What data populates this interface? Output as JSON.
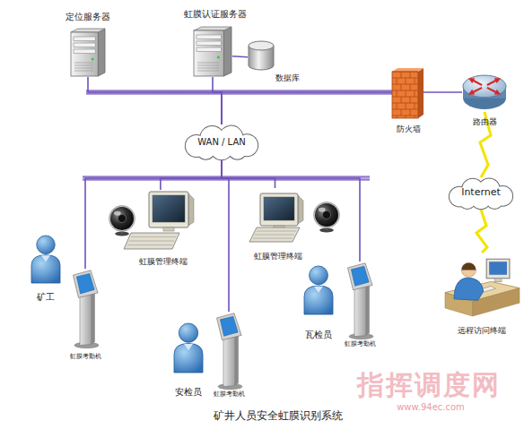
{
  "diagram": {
    "caption": "矿井人员安全虹膜识别系统",
    "nodes": [
      {
        "text": [
          "定位服务器"
        ]
      },
      {
        "text": [
          "虹膜认证服务器"
        ]
      },
      {
        "text": [
          "数据库"
        ]
      },
      {
        "text": [
          "防火墙"
        ]
      },
      {
        "text": [
          "路由器"
        ]
      },
      {
        "text": [
          "WAN / LAN"
        ]
      },
      {
        "text": [
          "虹膜管理终端"
        ]
      },
      {
        "text": [
          "虹膜管理终端"
        ]
      },
      {
        "text": [
          "矿工"
        ]
      },
      {
        "text": [
          "虹膜考勤机"
        ]
      },
      {
        "text": [
          "安检员"
        ]
      },
      {
        "text": [
          "虹膜考勤机"
        ]
      },
      {
        "text": [
          "瓦检员"
        ]
      },
      {
        "text": [
          "虹膜考勤机"
        ]
      },
      {
        "text": [
          "Internet"
        ]
      },
      {
        "text": [
          "远程访问终端"
        ]
      }
    ],
    "edges": [
      {
        "from": 1,
        "to": 2,
        "arrow": "none"
      },
      {
        "from": 5,
        "to": 0,
        "arrow": "none"
      },
      {
        "from": 5,
        "to": 1,
        "arrow": "none"
      },
      {
        "from": 5,
        "to": 3,
        "arrow": "none"
      },
      {
        "from": 3,
        "to": 4,
        "arrow": "none"
      },
      {
        "from": 4,
        "to": 14,
        "arrow": "none"
      },
      {
        "from": 14,
        "to": 15,
        "arrow": "none"
      },
      {
        "from": 5,
        "to": 6,
        "arrow": "none"
      },
      {
        "from": 5,
        "to": 7,
        "arrow": "none"
      },
      {
        "from": 5,
        "to": 9,
        "arrow": "none"
      },
      {
        "from": 5,
        "to": 11,
        "arrow": "none"
      },
      {
        "from": 5,
        "to": 13,
        "arrow": "none"
      }
    ],
    "labels": [
      "指挥调度网",
      "www.94ec.com"
    ]
  }
}
